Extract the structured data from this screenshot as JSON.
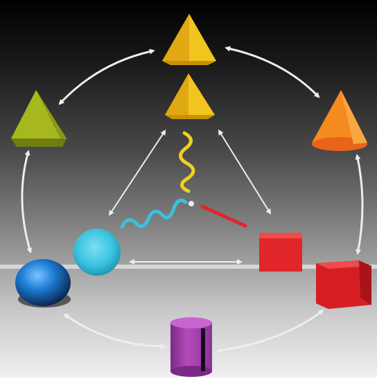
{
  "figure": {
    "description_free": true,
    "colors": {
      "background_top": "#000000",
      "background_bottom": "#f2f2f2",
      "arrow": "#eeeeee",
      "yellow": "#f2c51e",
      "yellow_green": "#a7b81e",
      "orange": "#f58a1e",
      "cyan": "#39c2e0",
      "blue": "#1f7ed6",
      "red": "#e0262a",
      "purple": "#a040a8",
      "squiggle_yellow": "#f0d020",
      "squiggle_cyan": "#39c2e0",
      "squiggle_red": "#e0262a"
    },
    "objects": [
      {
        "name": "top-yellow-pyramid-outer",
        "color": "yellow"
      },
      {
        "name": "top-yellow-pyramid-inner",
        "color": "yellow"
      },
      {
        "name": "left-green-pyramid",
        "color": "yellow_green"
      },
      {
        "name": "right-orange-cone",
        "color": "orange"
      },
      {
        "name": "inner-cyan-sphere",
        "color": "cyan"
      },
      {
        "name": "outer-blue-sphere",
        "color": "blue"
      },
      {
        "name": "inner-red-cube",
        "color": "red"
      },
      {
        "name": "outer-red-cube",
        "color": "red"
      },
      {
        "name": "bottom-purple-cylinder",
        "color": "purple"
      }
    ]
  }
}
